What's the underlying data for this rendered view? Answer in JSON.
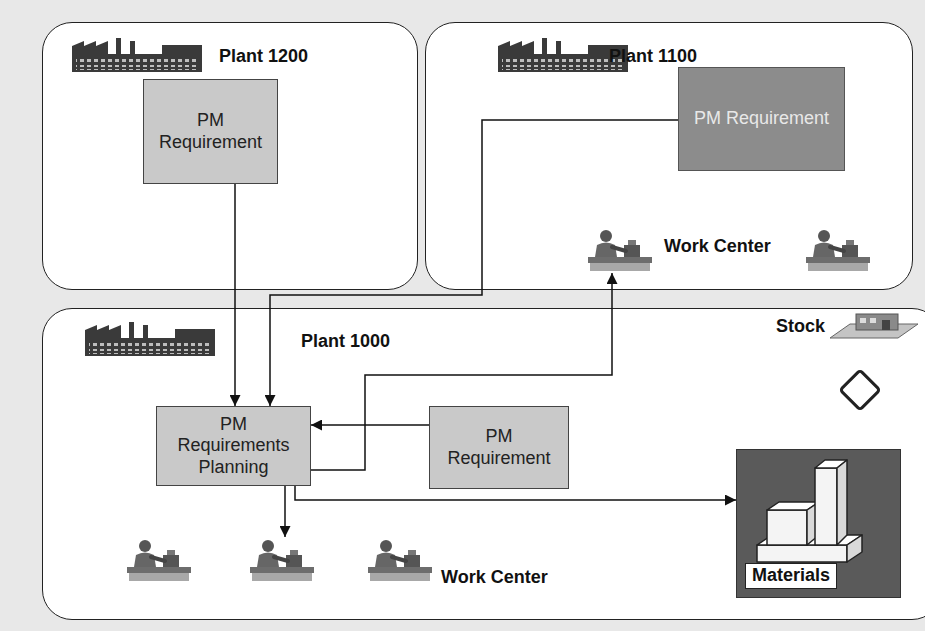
{
  "diagram": {
    "nodes": [
      {
        "text": [
          "Plant 1200"
        ]
      },
      {
        "text": [
          "PM Requirement"
        ],
        "in": 0
      },
      {
        "text": [
          "Plant 1100"
        ]
      },
      {
        "text": [
          "PM Requirement"
        ],
        "in": 2
      },
      {
        "text": [
          "Work Center"
        ],
        "in": 2
      },
      {
        "text": [
          "Plant 1000"
        ]
      },
      {
        "text": [
          "PM Requirements Planning"
        ],
        "in": 5
      },
      {
        "text": [
          "PM Requirement"
        ],
        "in": 5
      },
      {
        "text": [
          "Work Center"
        ],
        "in": 5
      },
      {
        "text": [
          "Materials"
        ],
        "in": 5
      }
    ],
    "edges": [
      {
        "from": 1,
        "to": 6,
        "arrow": "to"
      },
      {
        "from": 3,
        "to": 6,
        "arrow": "to"
      },
      {
        "from": 7,
        "to": 6,
        "arrow": "to"
      },
      {
        "from": 6,
        "to": 4,
        "arrow": "to"
      },
      {
        "from": 6,
        "to": 8,
        "arrow": "to"
      },
      {
        "from": 6,
        "to": 9,
        "arrow": "to"
      }
    ],
    "labels": [
      "Stock"
    ]
  }
}
